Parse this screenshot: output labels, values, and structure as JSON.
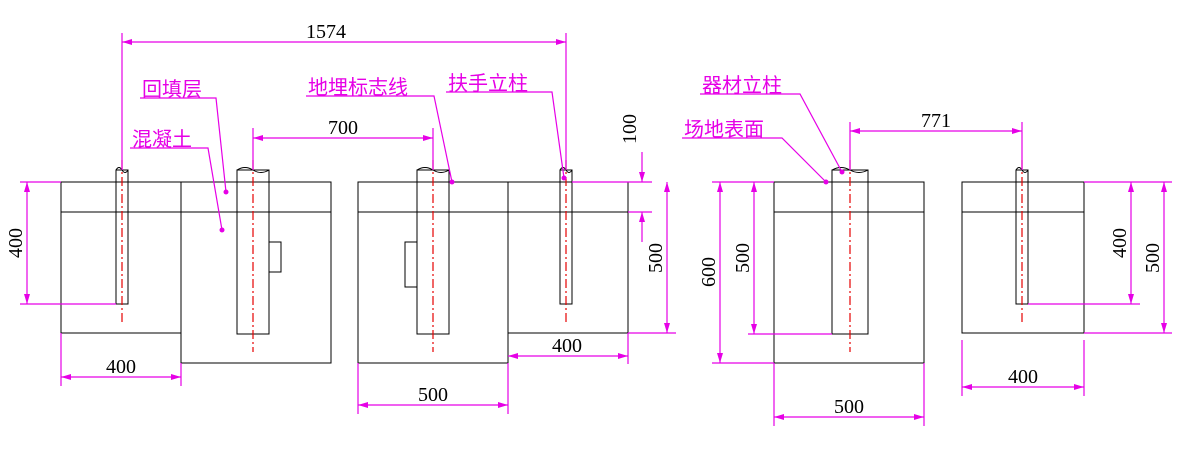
{
  "labels": {
    "backfill": "回填层",
    "concrete": "混凝土",
    "marker_line": "地埋标志线",
    "handrail_post": "扶手立柱",
    "equipment_post": "器材立柱",
    "ground_surface": "场地表面"
  },
  "dimensions": {
    "top_span": "1574",
    "post_gap_left": "700",
    "post_gap_right": "771",
    "base_width_1": "400",
    "base_width_2": "500",
    "base_width_3": "400",
    "base_width_4": "500",
    "base_width_5": "400",
    "height_left": "400",
    "height_top_layer": "100",
    "height_mid": "500",
    "height_600": "600",
    "height_500_c": "500",
    "height_400_r": "400",
    "height_500_r": "500"
  },
  "colors": {
    "annotation": "#e600e6",
    "fill_concrete": "#fefbd8",
    "fill_surface": "#fff6a8",
    "center_line": "#e60000"
  }
}
